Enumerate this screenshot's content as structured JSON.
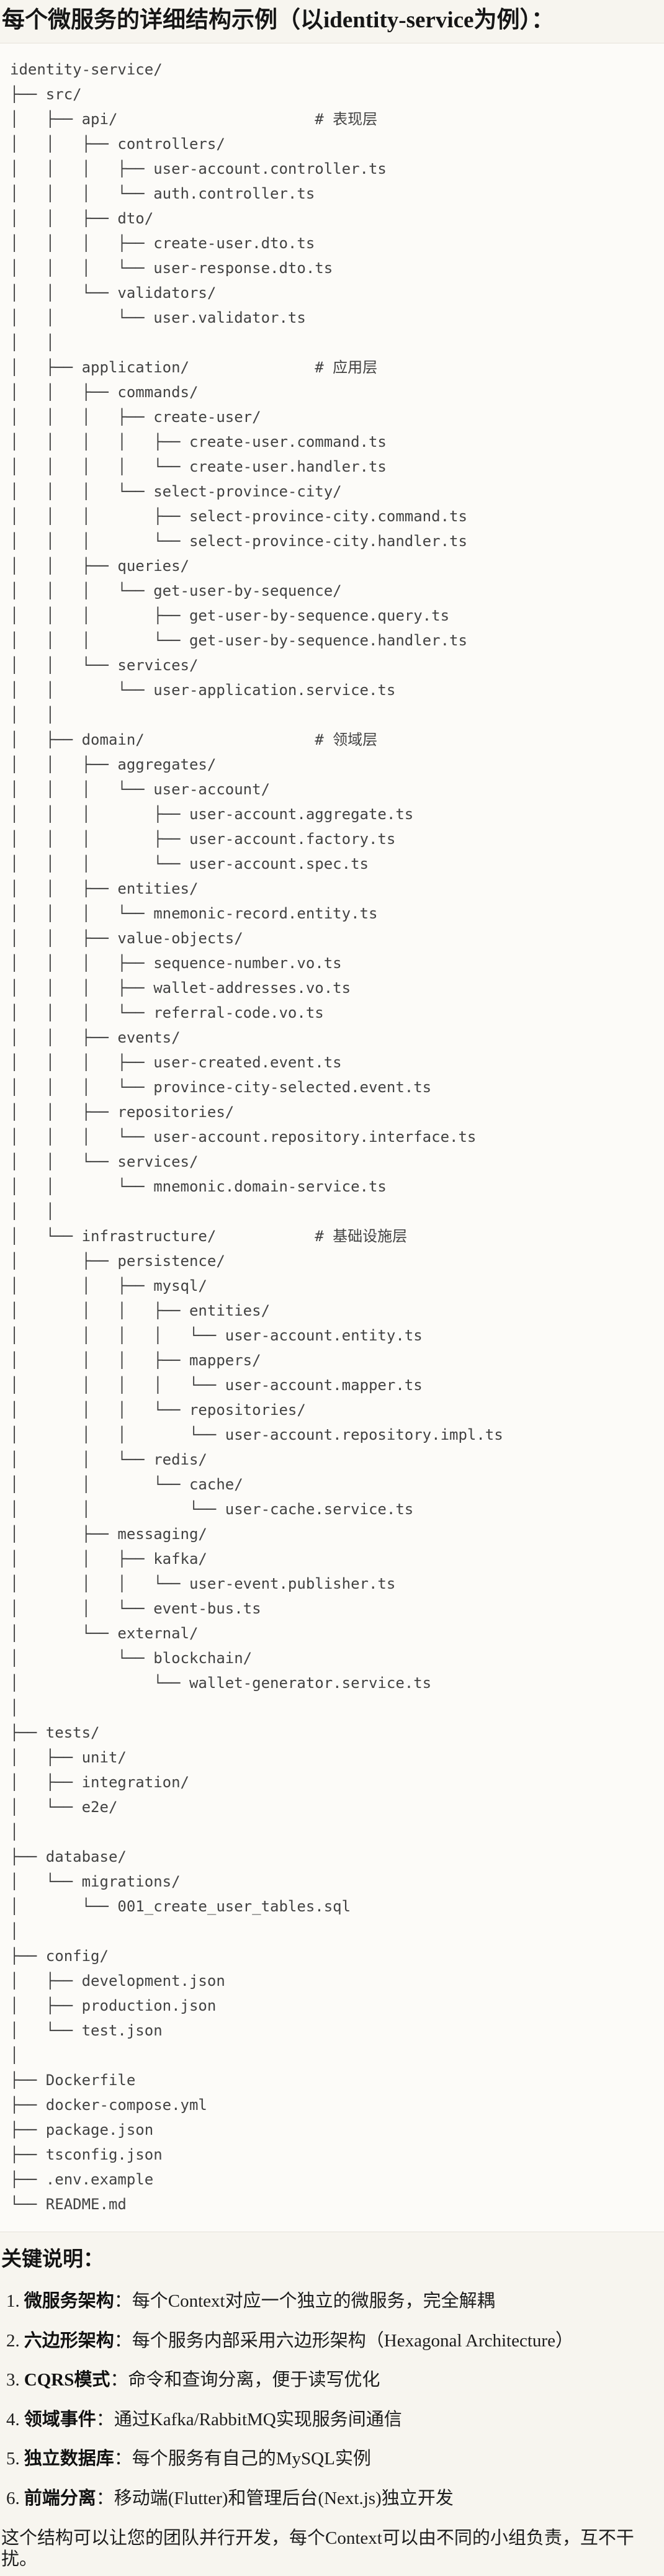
{
  "page": {
    "title": "每个微服务的详细结构示例（以identity-service为例）："
  },
  "colors": {
    "page_bg": "#f7f5ef",
    "code_bg": "#fcfbf8",
    "code_border": "#e5e2da",
    "code_text": "#424242",
    "body_text": "#1d1d1d"
  },
  "tree": {
    "lines": [
      "identity-service/",
      "├── src/",
      "│   ├── api/                      # 表现层",
      "│   │   ├── controllers/",
      "│   │   │   ├── user-account.controller.ts",
      "│   │   │   └── auth.controller.ts",
      "│   │   ├── dto/",
      "│   │   │   ├── create-user.dto.ts",
      "│   │   │   └── user-response.dto.ts",
      "│   │   └── validators/",
      "│   │       └── user.validator.ts",
      "│   │",
      "│   ├── application/              # 应用层",
      "│   │   ├── commands/",
      "│   │   │   ├── create-user/",
      "│   │   │   │   ├── create-user.command.ts",
      "│   │   │   │   └── create-user.handler.ts",
      "│   │   │   └── select-province-city/",
      "│   │   │       ├── select-province-city.command.ts",
      "│   │   │       └── select-province-city.handler.ts",
      "│   │   ├── queries/",
      "│   │   │   └── get-user-by-sequence/",
      "│   │   │       ├── get-user-by-sequence.query.ts",
      "│   │   │       └── get-user-by-sequence.handler.ts",
      "│   │   └── services/",
      "│   │       └── user-application.service.ts",
      "│   │",
      "│   ├── domain/                   # 领域层",
      "│   │   ├── aggregates/",
      "│   │   │   └── user-account/",
      "│   │   │       ├── user-account.aggregate.ts",
      "│   │   │       ├── user-account.factory.ts",
      "│   │   │       └── user-account.spec.ts",
      "│   │   ├── entities/",
      "│   │   │   └── mnemonic-record.entity.ts",
      "│   │   ├── value-objects/",
      "│   │   │   ├── sequence-number.vo.ts",
      "│   │   │   ├── wallet-addresses.vo.ts",
      "│   │   │   └── referral-code.vo.ts",
      "│   │   ├── events/",
      "│   │   │   ├── user-created.event.ts",
      "│   │   │   └── province-city-selected.event.ts",
      "│   │   ├── repositories/",
      "│   │   │   └── user-account.repository.interface.ts",
      "│   │   └── services/",
      "│   │       └── mnemonic.domain-service.ts",
      "│   │",
      "│   └── infrastructure/           # 基础设施层",
      "│       ├── persistence/",
      "│       │   ├── mysql/",
      "│       │   │   ├── entities/",
      "│       │   │   │   └── user-account.entity.ts",
      "│       │   │   ├── mappers/",
      "│       │   │   │   └── user-account.mapper.ts",
      "│       │   │   └── repositories/",
      "│       │   │       └── user-account.repository.impl.ts",
      "│       │   └── redis/",
      "│       │       └── cache/",
      "│       │           └── user-cache.service.ts",
      "│       ├── messaging/",
      "│       │   ├── kafka/",
      "│       │   │   └── user-event.publisher.ts",
      "│       │   └── event-bus.ts",
      "│       └── external/",
      "│           └── blockchain/",
      "│               └── wallet-generator.service.ts",
      "│",
      "├── tests/",
      "│   ├── unit/",
      "│   ├── integration/",
      "│   └── e2e/",
      "│",
      "├── database/",
      "│   └── migrations/",
      "│       └── 001_create_user_tables.sql",
      "│",
      "├── config/",
      "│   ├── development.json",
      "│   ├── production.json",
      "│   └── test.json",
      "│",
      "├── Dockerfile",
      "├── docker-compose.yml",
      "├── package.json",
      "├── tsconfig.json",
      "├── .env.example",
      "└── README.md"
    ]
  },
  "notes": {
    "heading": "关键说明：",
    "items": [
      {
        "num": "1.",
        "label": "微服务架构",
        "text": "：每个Context对应一个独立的微服务，完全解耦"
      },
      {
        "num": "2.",
        "label": "六边形架构",
        "text": "：每个服务内部采用六边形架构（Hexagonal Architecture）"
      },
      {
        "num": "3.",
        "label": "CQRS模式",
        "text": "：命令和查询分离，便于读写优化"
      },
      {
        "num": "4.",
        "label": "领域事件",
        "text": "：通过Kafka/RabbitMQ实现服务间通信"
      },
      {
        "num": "5.",
        "label": "独立数据库",
        "text": "：每个服务有自己的MySQL实例"
      },
      {
        "num": "6.",
        "label": "前端分离",
        "text": "：移动端(Flutter)和管理后台(Next.js)独立开发"
      }
    ],
    "footer": "这个结构可以让您的团队并行开发，每个Context可以由不同的小组负责，互不干扰。"
  }
}
